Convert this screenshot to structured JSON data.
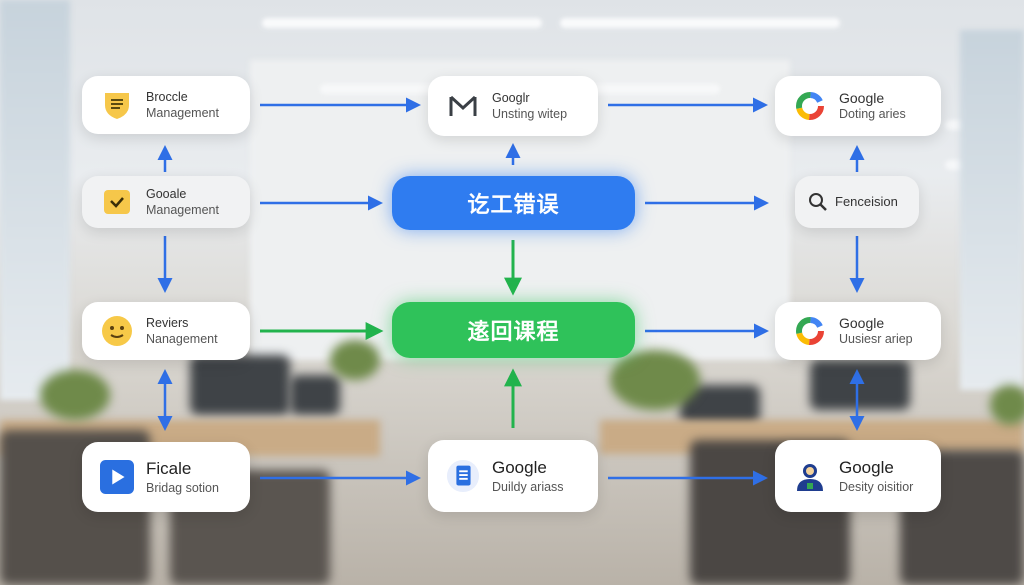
{
  "nodes": {
    "left_1": {
      "line1": "Broccle",
      "line2": "Management",
      "icon": "shield-list-icon"
    },
    "left_2": {
      "line1": "Gooale",
      "line2": "Management",
      "icon": "folder-check-icon"
    },
    "left_3": {
      "line1": "Reviers",
      "line2": "Nanagement",
      "icon": "smiley-icon"
    },
    "left_4": {
      "line1": "Ficale",
      "line2": "Bridag sotion",
      "icon": "play-icon"
    },
    "mid_1": {
      "line1": "Googlr",
      "line2": "Unsting witep",
      "icon": "gmail-icon"
    },
    "mid_4": {
      "line1": "Google",
      "line2": "Duildy ariass",
      "icon": "docs-icon"
    },
    "right_1": {
      "line1": "Google",
      "line2": "Doting aries",
      "icon": "google-g-icon"
    },
    "right_2": {
      "line1": "Fenceision",
      "icon": "search-icon"
    },
    "right_3": {
      "line1": "Google",
      "line2": "Uusiesr ariep",
      "icon": "google-g-icon"
    },
    "right_4": {
      "line1": "Google",
      "line2": "Desity oisitior",
      "icon": "person-icon"
    }
  },
  "center": {
    "blue_label": "讫工错误",
    "green_label": "逺回课程"
  },
  "colors": {
    "blue": "#2f7cf0",
    "green": "#2fc25a"
  }
}
